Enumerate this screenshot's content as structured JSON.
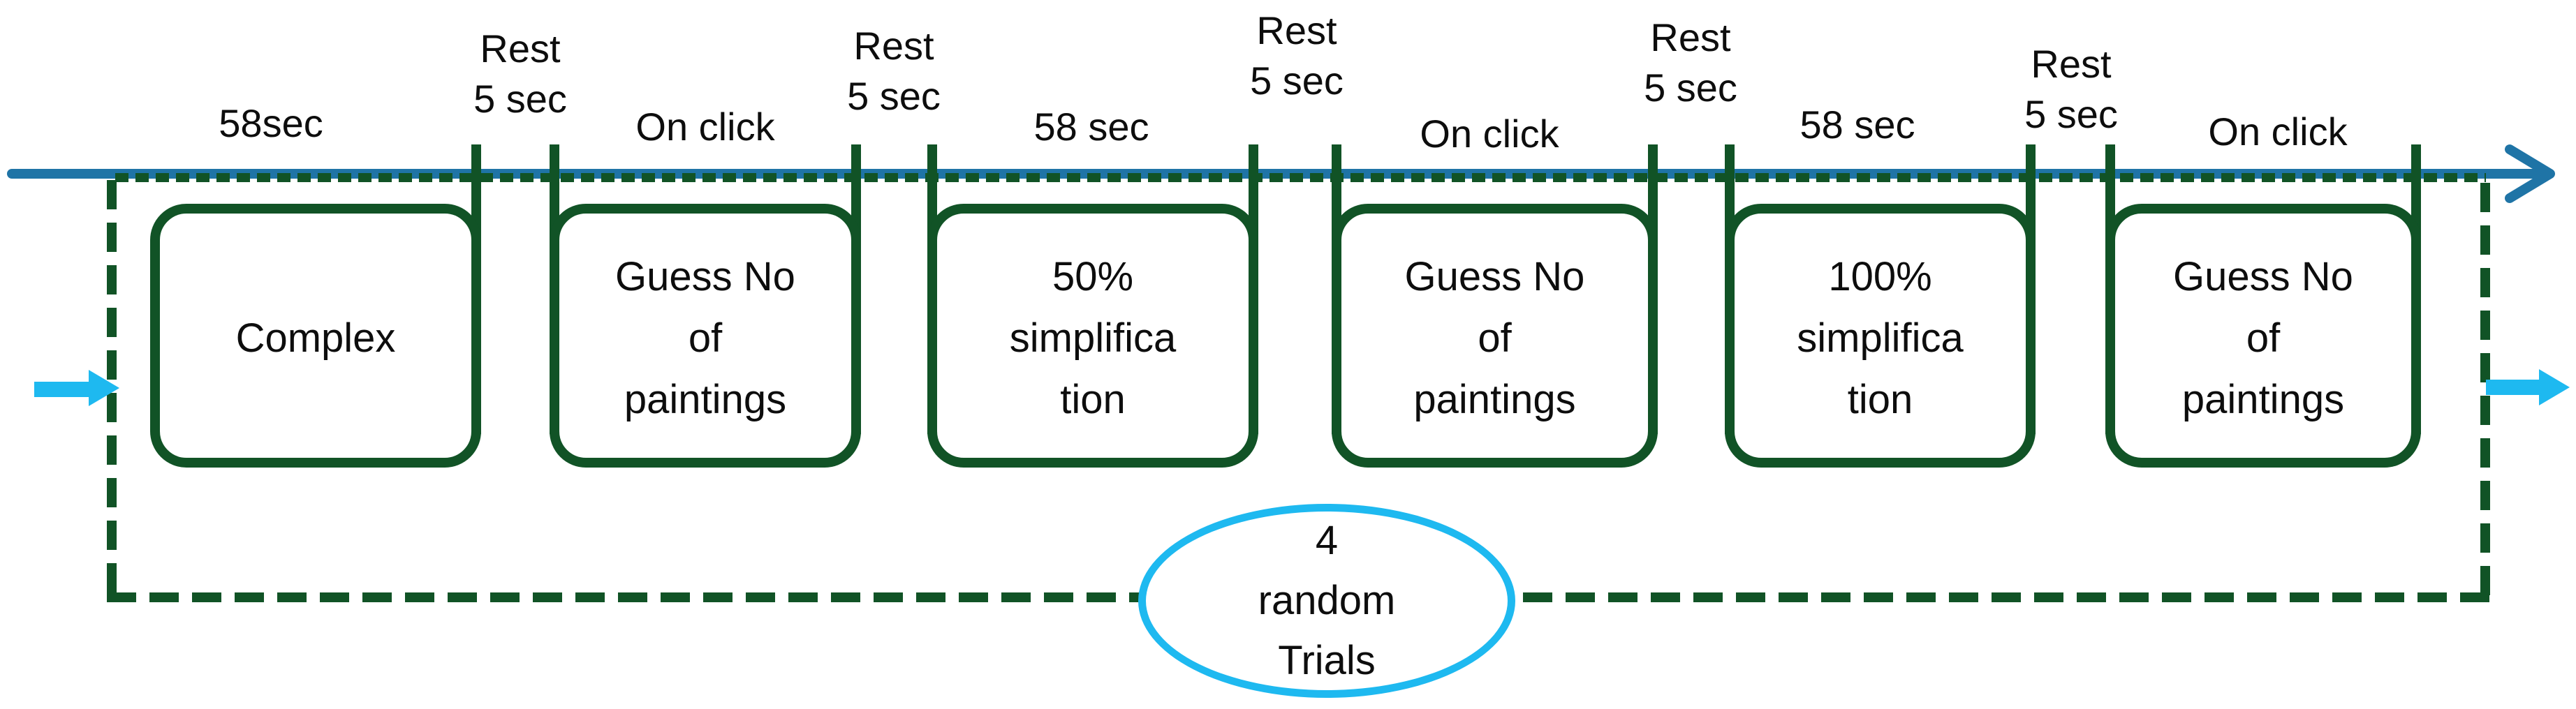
{
  "figure": {
    "colors": {
      "green": "#115326",
      "blue": "#1f74a6",
      "cyan": "#1eb9f0",
      "text": "#0d0d0d",
      "bg": "#ffffff"
    },
    "timeline": {
      "phase_labels": [
        "58sec",
        "On click",
        "58 sec",
        "On click",
        "58 sec",
        "On click"
      ],
      "rest_labels": [
        {
          "line1": "Rest",
          "line2": "5 sec"
        },
        {
          "line1": "Rest",
          "line2": "5 sec"
        },
        {
          "line1": "Rest",
          "line2": "5 sec"
        },
        {
          "line1": "Rest",
          "line2": "5 sec"
        },
        {
          "line1": "Rest",
          "line2": "5 sec"
        }
      ]
    },
    "stages": [
      {
        "lines": [
          "Complex"
        ]
      },
      {
        "lines": [
          "Guess No",
          "of",
          "paintings"
        ]
      },
      {
        "lines": [
          "50%",
          "simplifica",
          "tion"
        ]
      },
      {
        "lines": [
          "Guess No",
          "of",
          "paintings"
        ]
      },
      {
        "lines": [
          "100%",
          "simplifica",
          "tion"
        ]
      },
      {
        "lines": [
          "Guess No",
          "of",
          "paintings"
        ]
      }
    ],
    "loop_note": {
      "lines": [
        "4",
        "random",
        "Trials"
      ]
    }
  }
}
